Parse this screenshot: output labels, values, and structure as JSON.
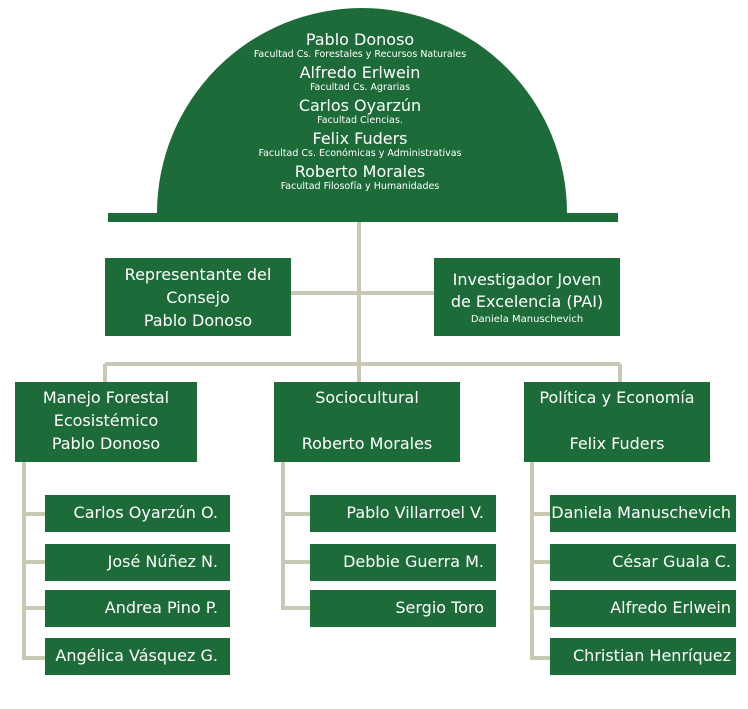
{
  "colors": {
    "box": "#1e6b3a",
    "line": "#c9c8b4"
  },
  "council": [
    {
      "name": "Pablo Donoso",
      "faculty": "Facultad Cs. Forestales y Recursos Naturales"
    },
    {
      "name": "Alfredo Erlwein",
      "faculty": "Facultad Cs. Agrarias"
    },
    {
      "name": "Carlos Oyarzún",
      "faculty": "Facultad Ciencias."
    },
    {
      "name": "Felix Fuders",
      "faculty": "Facultad Cs. Económicas y Administrativas"
    },
    {
      "name": "Roberto Morales",
      "faculty": "Facultad Filosofía y Humanidades"
    }
  ],
  "representative": {
    "line1": "Representante del",
    "line2": "Consejo",
    "name": "Pablo Donoso"
  },
  "pai": {
    "line1": "Investigador Joven",
    "line2": "de Excelencia (PAI)",
    "name": "Daniela Manuschevich"
  },
  "groups": [
    {
      "line1": "Manejo Forestal",
      "line2": "Ecosistémico",
      "leader": "Pablo Donoso",
      "members": [
        "Carlos Oyarzún O.",
        "José Núñez N.",
        "Andrea Pino P.",
        "Angélica Vásquez G."
      ]
    },
    {
      "line1": "Sociocultural",
      "line2": "",
      "leader": "Roberto Morales",
      "members": [
        "Pablo Villarroel V.",
        "Debbie Guerra M.",
        "Sergio Toro"
      ]
    },
    {
      "line1": "Política y Economía",
      "line2": "",
      "leader": "Felix Fuders",
      "members": [
        "Daniela Manuschevich",
        "César Guala C.",
        "Alfredo Erlwein",
        "Christian Henríquez"
      ]
    }
  ]
}
